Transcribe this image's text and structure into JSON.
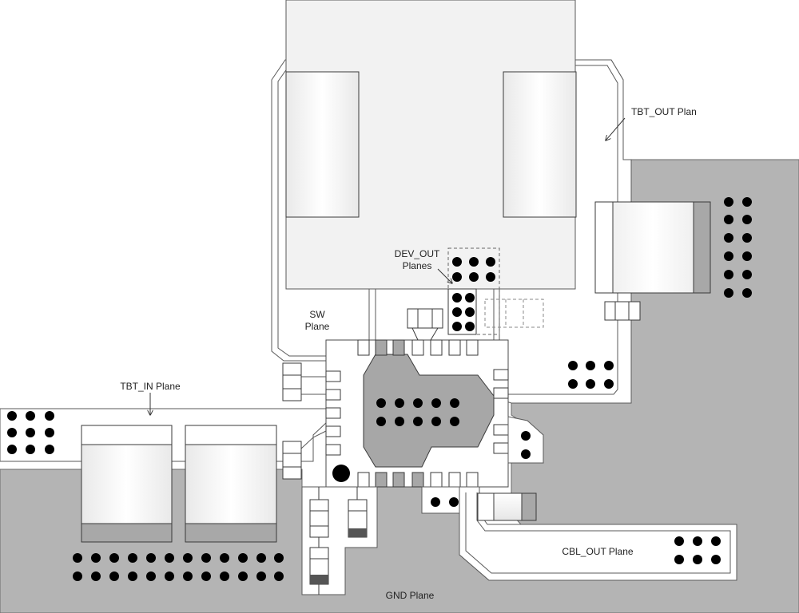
{
  "colors": {
    "gnd_plane": "#b4b4b4",
    "outline": "#5a5a5a",
    "pad_fill": "#ffffff",
    "shade": "#a8a8a8",
    "exposed_pad": "#a7a7a7",
    "via": "#000000"
  },
  "labels": {
    "tbt_out": "TBT_OUT Plan",
    "dev_out_line1": "DEV_OUT",
    "dev_out_line2": "Planes",
    "sw_line1": "SW",
    "sw_line2": "Plane",
    "tbt_in": "TBT_IN Plane",
    "cbl_out": "CBL_OUT Plane",
    "gnd": "GND Plane"
  }
}
